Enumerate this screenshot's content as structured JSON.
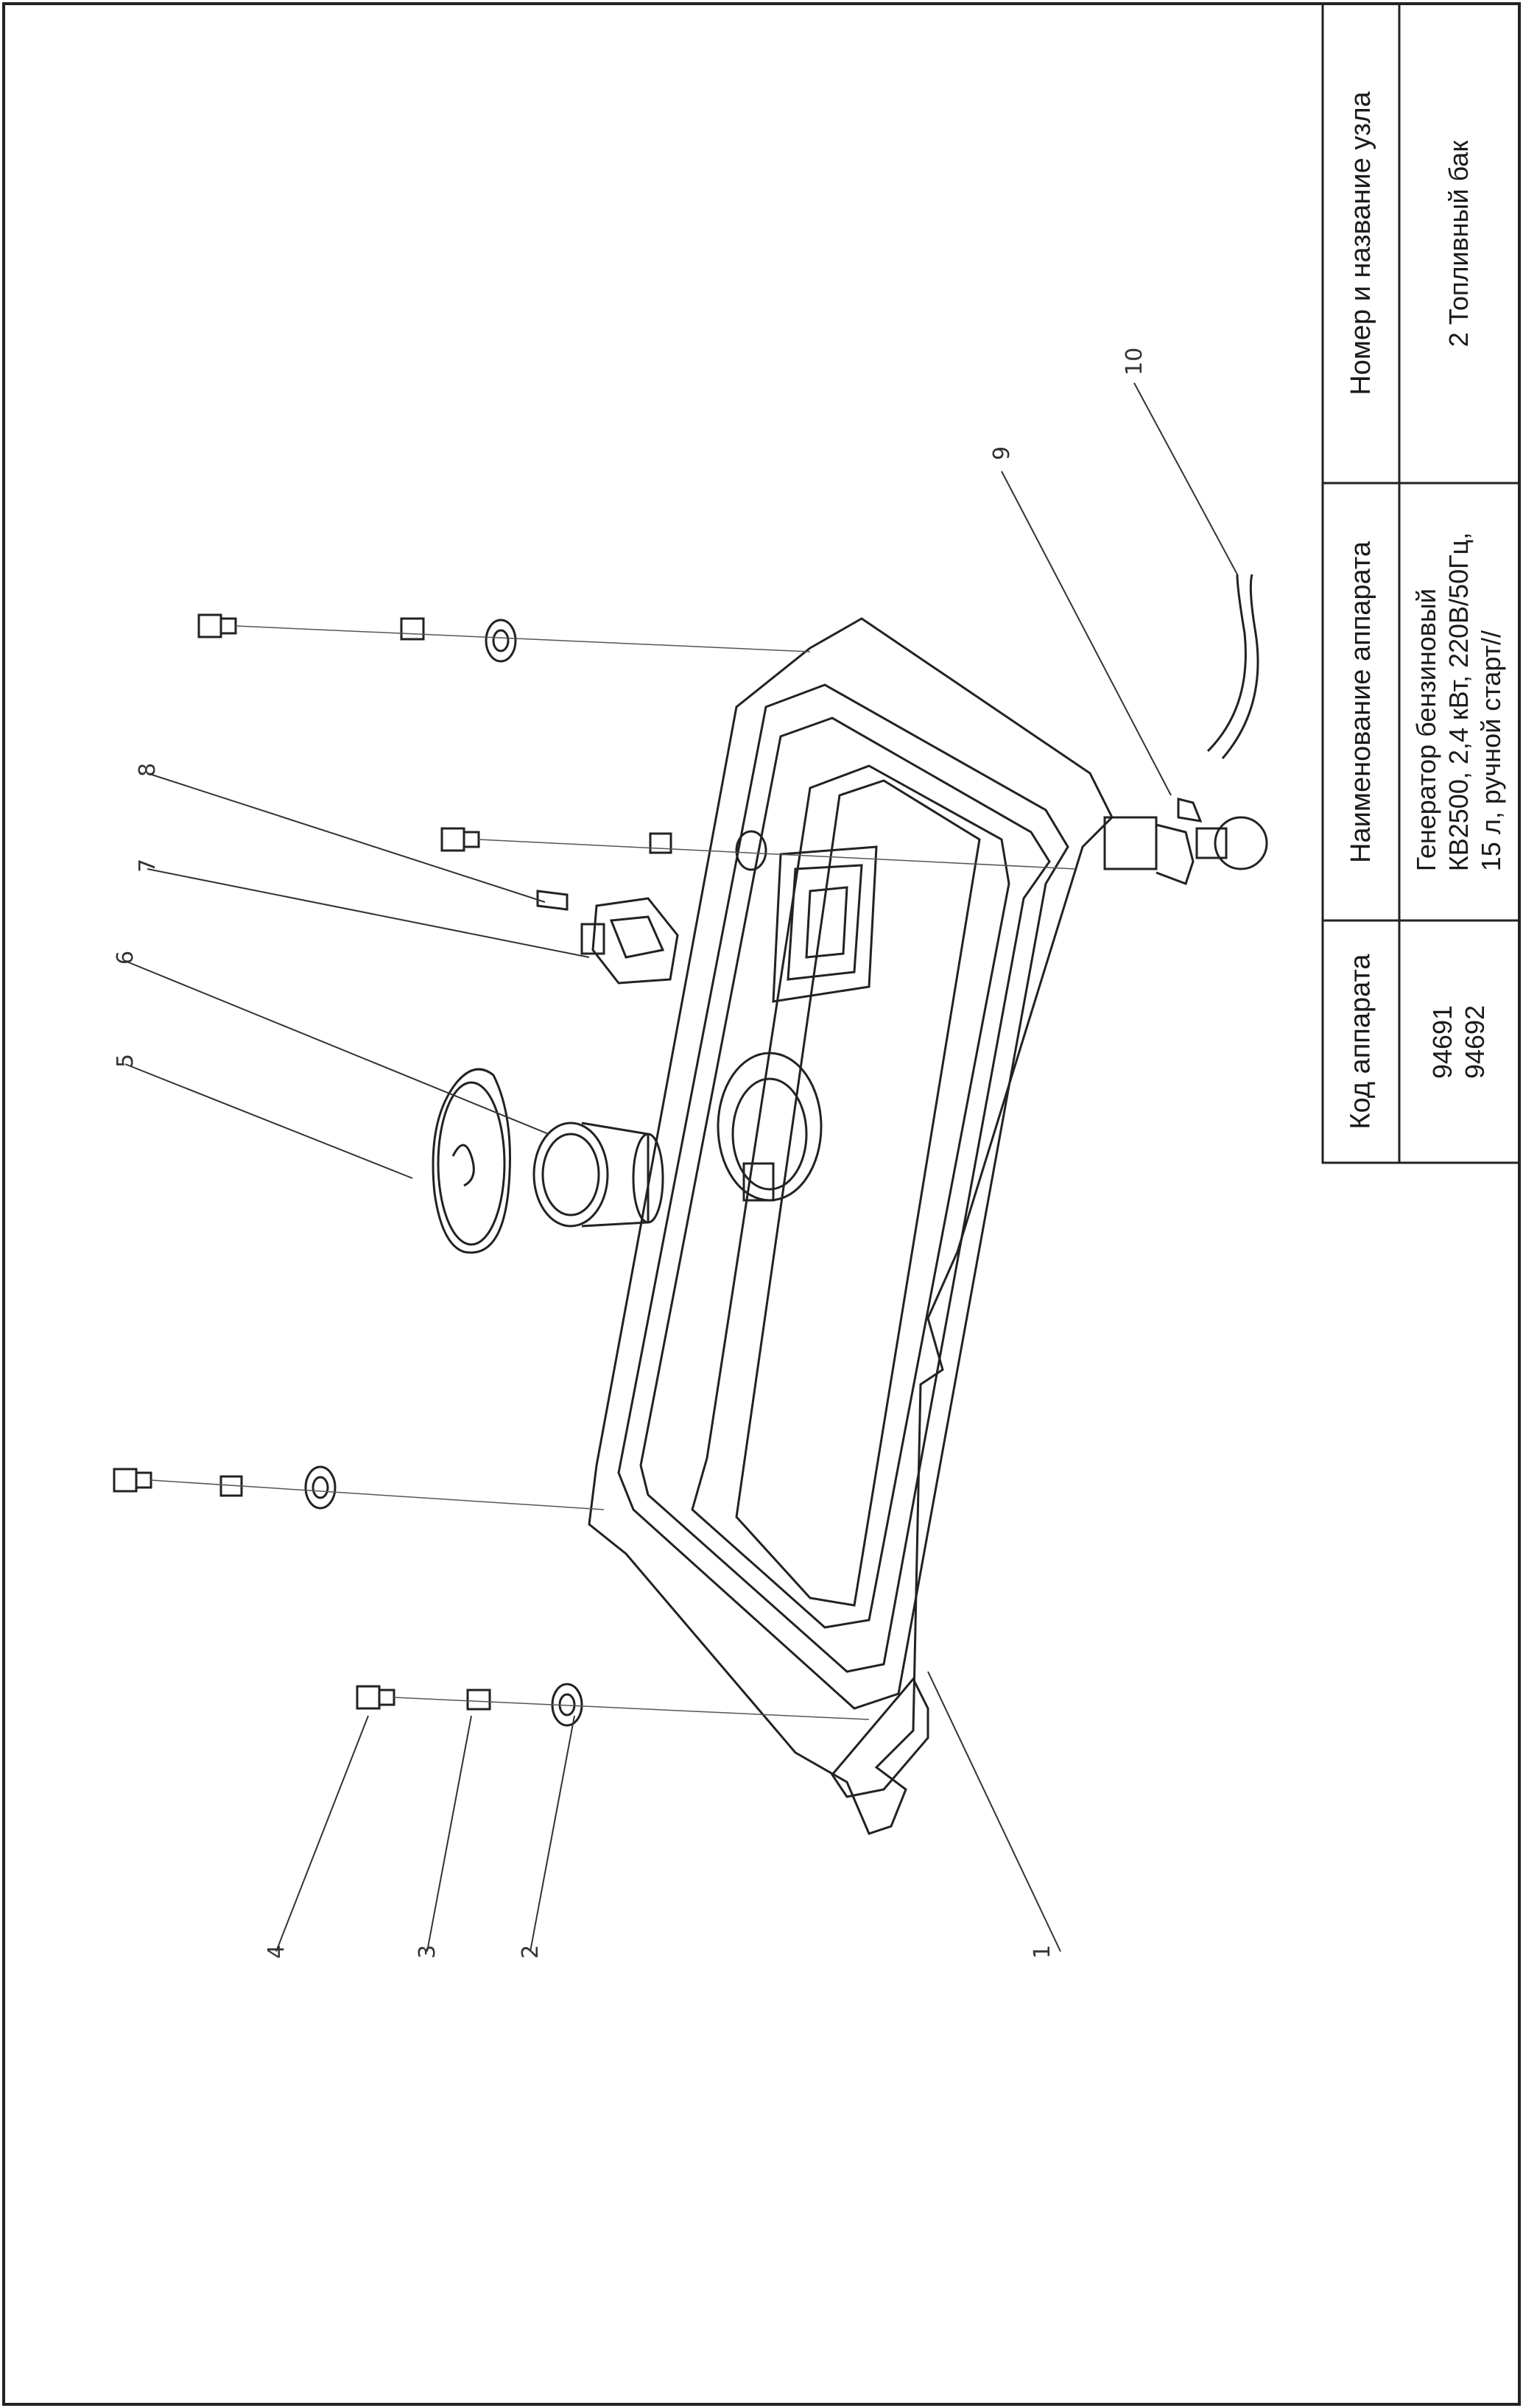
{
  "table": {
    "headers": {
      "code": "Код аппарата",
      "name": "Наименование аппарата",
      "unit": "Номер и название узла"
    },
    "values": {
      "code_lines": [
        "94691",
        "94692"
      ],
      "name_lines": [
        "Генератор бензиновый",
        "КВ2500, 2,4 кВт, 220В/50Гц,",
        "15 л, ручной старт//"
      ],
      "unit": "2 Топливный бак"
    }
  },
  "callouts": [
    "1",
    "2",
    "3",
    "4",
    "5",
    "6",
    "7",
    "8",
    "9",
    "10"
  ]
}
